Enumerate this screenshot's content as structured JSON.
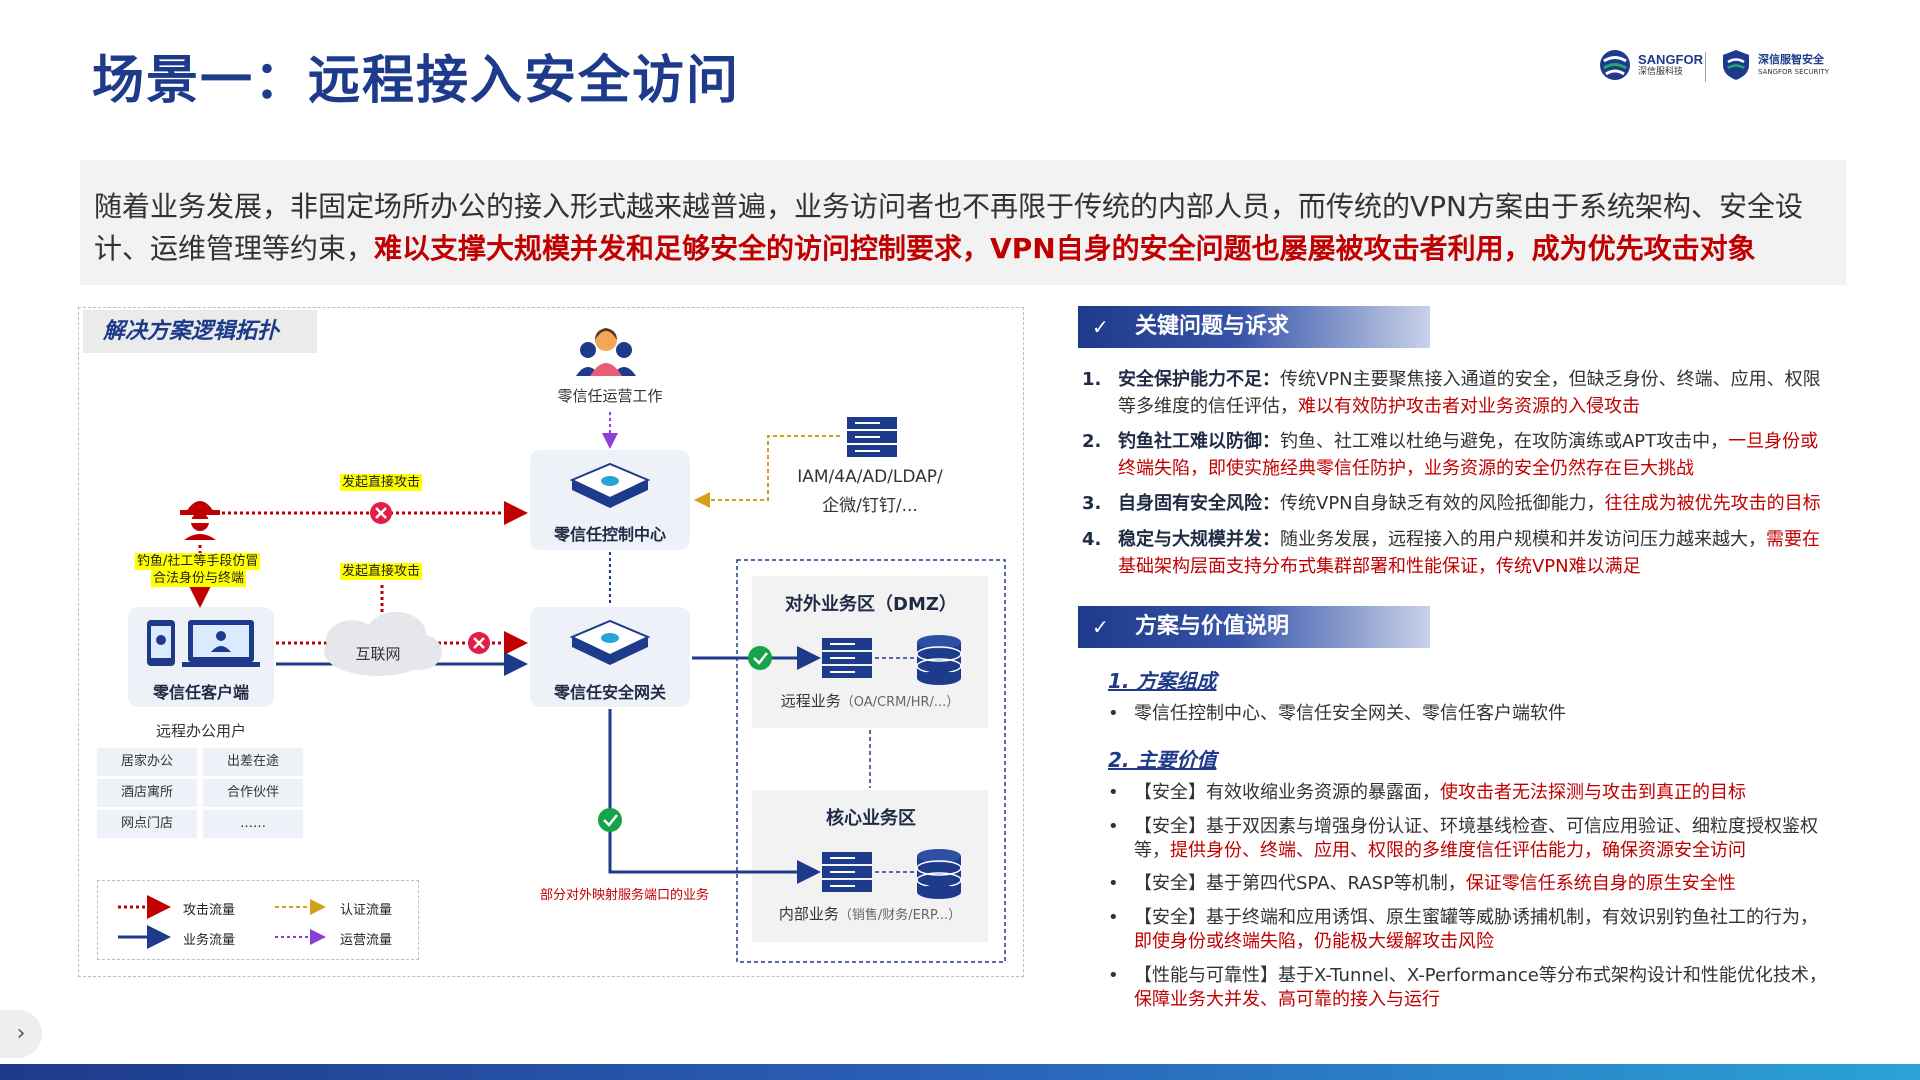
{
  "header": {
    "title": "场景一：远程接入安全访问",
    "logos": [
      {
        "name": "SANGFOR",
        "sub": "深信服科技",
        "icon": "sangfor-logo-icon"
      },
      {
        "name": "深信服智安全",
        "sub": "SANGFOR SECURITY",
        "icon": "sangfor-security-logo-icon"
      }
    ]
  },
  "intro": {
    "normal": "随着业务发展，非固定场所办公的接入形式越来越普遍，业务访问者也不再限于传统的内部人员，而传统的VPN方案由于系统架构、安全设计、运维管理等约束，",
    "highlight": "难以支撑大规模并发和足够安全的访问控制要求，VPN自身的安全问题也屡屡被攻击者利用，成为优先攻击对象"
  },
  "diagram": {
    "heading": "解决方案逻辑拓扑",
    "ops_label": "零信任运营工作",
    "iam_label_1": "IAM/4A/AD/LDAP/",
    "iam_label_2": "企微/钉钉/...",
    "control_center": "零信任控制中心",
    "gateway": "零信任安全网关",
    "client": "零信任客户端",
    "internet": "互联网",
    "attack_tag_1": "发起直接攻击",
    "attack_tag_2": "发起直接攻击",
    "phishing_tag_1": "钓鱼/社工等手段仿冒",
    "phishing_tag_2": "合法身份与终端",
    "remote_users": "远程办公用户",
    "user_types": [
      "居家办公",
      "出差在途",
      "酒店寓所",
      "合作伙伴",
      "网点门店",
      "……"
    ],
    "dmz_title": "对外业务区（DMZ）",
    "dmz_service_name": "远程业务",
    "dmz_service_detail": "（OA/CRM/HR/...）",
    "core_title": "核心业务区",
    "core_service_name": "内部业务",
    "core_service_detail": "（销售/财务/ERP...）",
    "mapped_note": "部分对外映射服务端口的业务",
    "legend": {
      "attack": "攻击流量",
      "auth": "认证流量",
      "business": "业务流量",
      "ops": "运营流量"
    },
    "colors": {
      "attack": "#c00000",
      "auth": "#d4a017",
      "business": "#1e3a8a",
      "ops": "#8b3fd9",
      "check": "#16a34a"
    }
  },
  "key_issues": {
    "header": "关键问题与诉求",
    "items": [
      {
        "num": "1.",
        "title": "安全保护能力不足：",
        "text": "传统VPN主要聚焦接入通道的安全，但缺乏身份、终端、应用、权限等多维度的信任评估，",
        "highlight": "难以有效防护攻击者对业务资源的入侵攻击"
      },
      {
        "num": "2.",
        "title": "钓鱼社工难以防御：",
        "text": "钓鱼、社工难以杜绝与避免，在攻防演练或APT攻击中，",
        "highlight": "一旦身份或终端失陷，即使实施经典零信任防护，业务资源的安全仍然存在巨大挑战"
      },
      {
        "num": "3.",
        "title": "自身固有安全风险：",
        "text": "传统VPN自身缺乏有效的风险抵御能力，",
        "highlight": "往往成为被优先攻击的目标"
      },
      {
        "num": "4.",
        "title": "稳定与大规模并发：",
        "text": "随业务发展，远程接入的用户规模和并发访问压力越来越大，",
        "highlight": "需要在基础架构层面支持分布式集群部署和性能保证，传统VPN难以满足"
      }
    ]
  },
  "solution": {
    "header": "方案与价值说明",
    "composition_title": "1. 方案组成",
    "composition_text": "零信任控制中心、零信任安全网关、零信任客户端软件",
    "value_title": "2. 主要价值",
    "values": [
      {
        "text": "【安全】有效收缩业务资源的暴露面，",
        "highlight": "使攻击者无法探测与攻击到真正的目标"
      },
      {
        "text": "【安全】基于双因素与增强身份认证、环境基线检查、可信应用验证、细粒度授权鉴权等，",
        "highlight": "提供身份、终端、应用、权限的多维度信任评估能力，确保资源安全访问"
      },
      {
        "text": "【安全】基于第四代SPA、RASP等机制，",
        "highlight": "保证零信任系统自身的原生安全性"
      },
      {
        "text": "【安全】基于终端和应用诱饵、原生蜜罐等威胁诱捕机制，有效识别钓鱼社工的行为，",
        "highlight": "即使身份或终端失陷，仍能极大缓解攻击风险"
      },
      {
        "text": "【性能与可靠性】基于X-Tunnel、X-Performance等分布式架构设计和性能优化技术，",
        "highlight": "保障业务大并发、高可靠的接入与运行"
      }
    ]
  },
  "nav": {
    "next_icon": "chevron-right-icon"
  }
}
